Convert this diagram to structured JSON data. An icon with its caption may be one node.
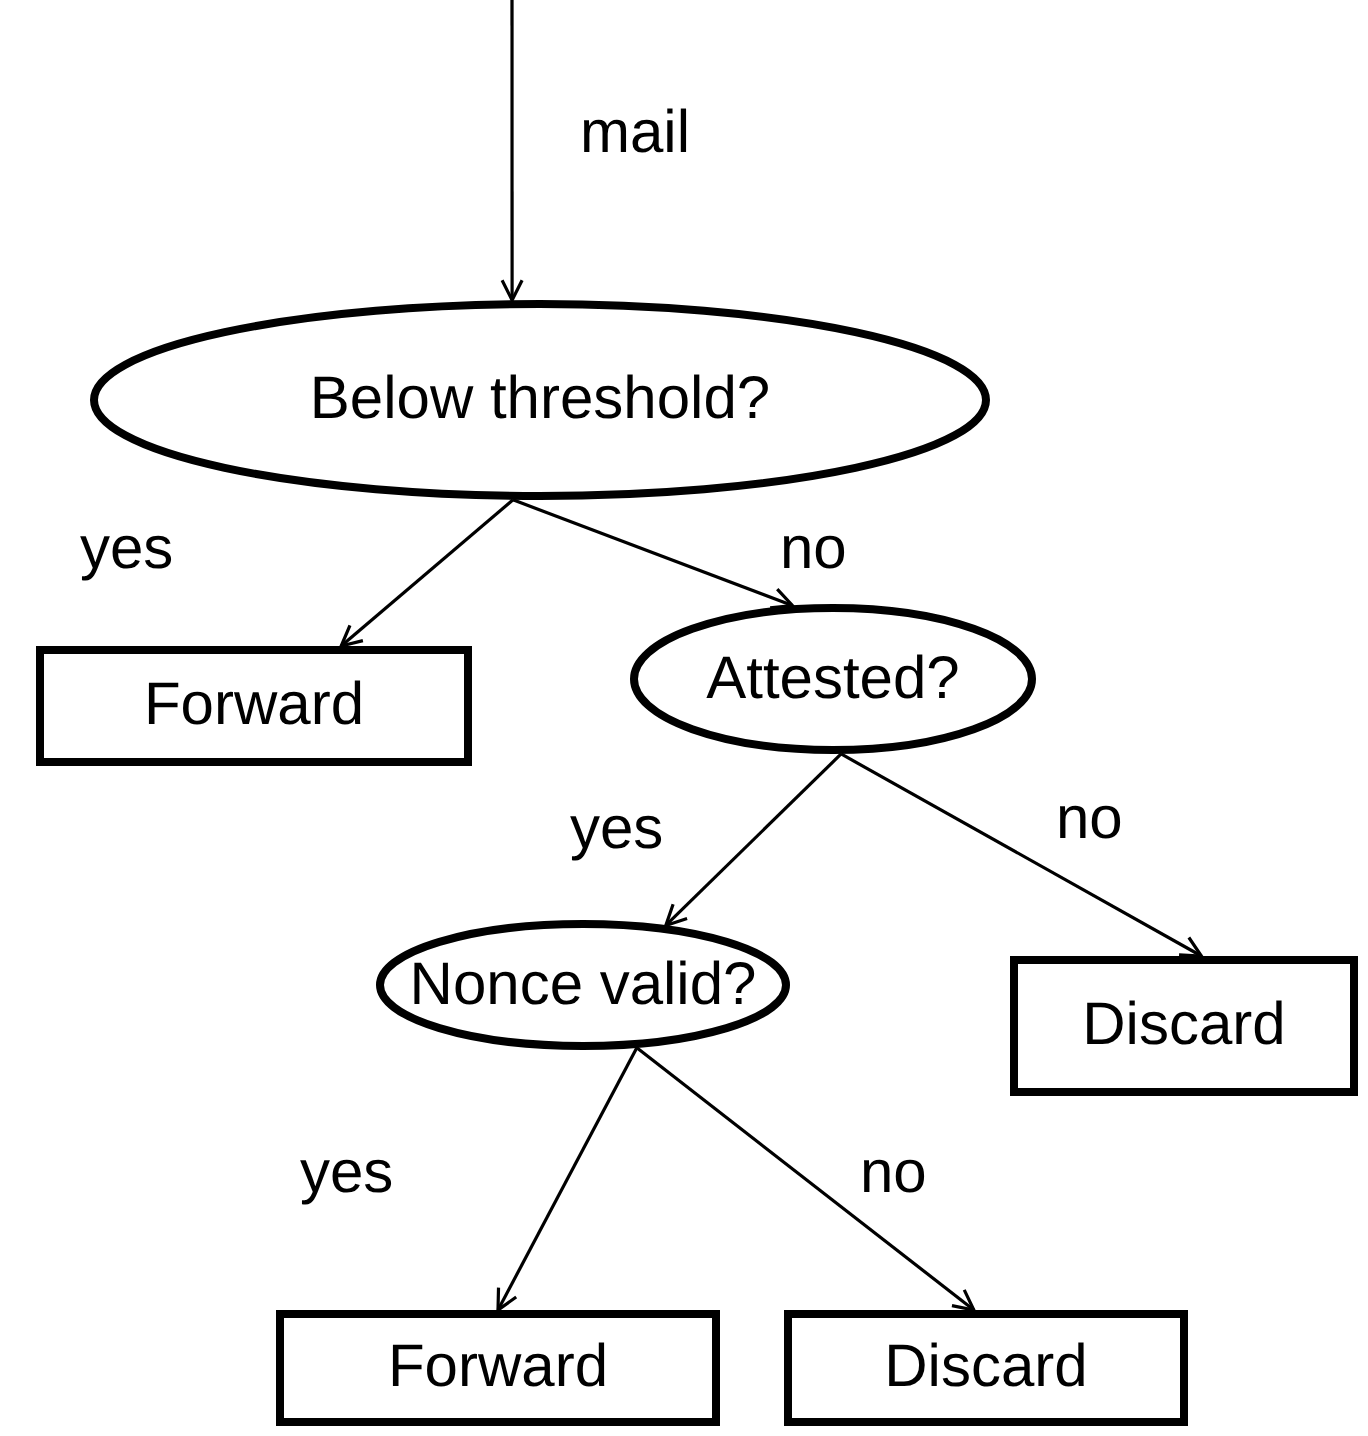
{
  "diagram": {
    "nodes": [
      {
        "text": [
          "Below threshold?"
        ]
      },
      {
        "text": [
          "Forward"
        ]
      },
      {
        "text": [
          "Attested?"
        ]
      },
      {
        "text": [
          "Discard"
        ]
      },
      {
        "text": [
          "Nonce valid?"
        ]
      },
      {
        "text": [
          "Forward"
        ]
      },
      {
        "text": [
          "Discard"
        ]
      }
    ],
    "edges": [
      {
        "from": null,
        "to": 0,
        "arrow": "to",
        "label": "mail"
      },
      {
        "from": 0,
        "to": 1,
        "arrow": "to",
        "label": "yes"
      },
      {
        "from": 0,
        "to": 2,
        "arrow": "to",
        "label": "no"
      },
      {
        "from": 2,
        "to": 4,
        "arrow": "to",
        "label": "yes"
      },
      {
        "from": 2,
        "to": 3,
        "arrow": "to",
        "label": "no"
      },
      {
        "from": 4,
        "to": 5,
        "arrow": "to",
        "label": "yes"
      },
      {
        "from": 4,
        "to": 6,
        "arrow": "to",
        "label": "no"
      }
    ]
  }
}
